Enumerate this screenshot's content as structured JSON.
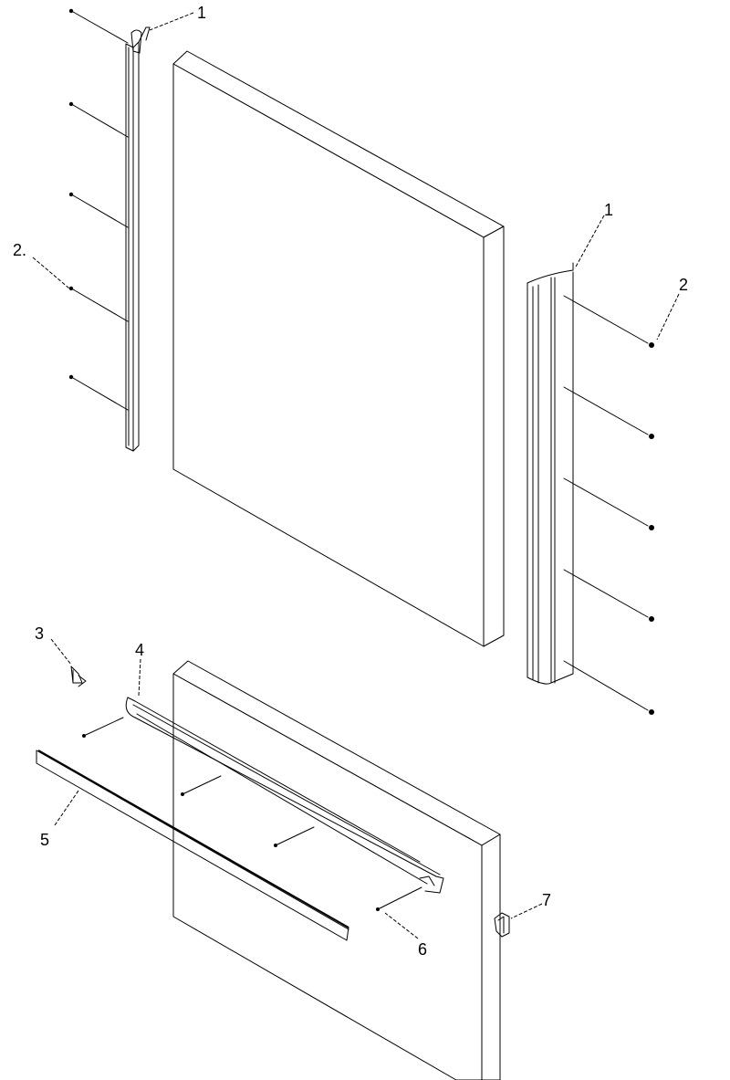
{
  "callouts": {
    "top_left_trim": "1",
    "right_trim": "1",
    "left_screws": "2.",
    "right_screws": "2",
    "small_clip": "3",
    "handle": "4",
    "bottom_trim": "5",
    "handle_screws": "6",
    "hinge_part": "7"
  },
  "colors": {
    "line": "#000000",
    "background": "#ffffff"
  }
}
